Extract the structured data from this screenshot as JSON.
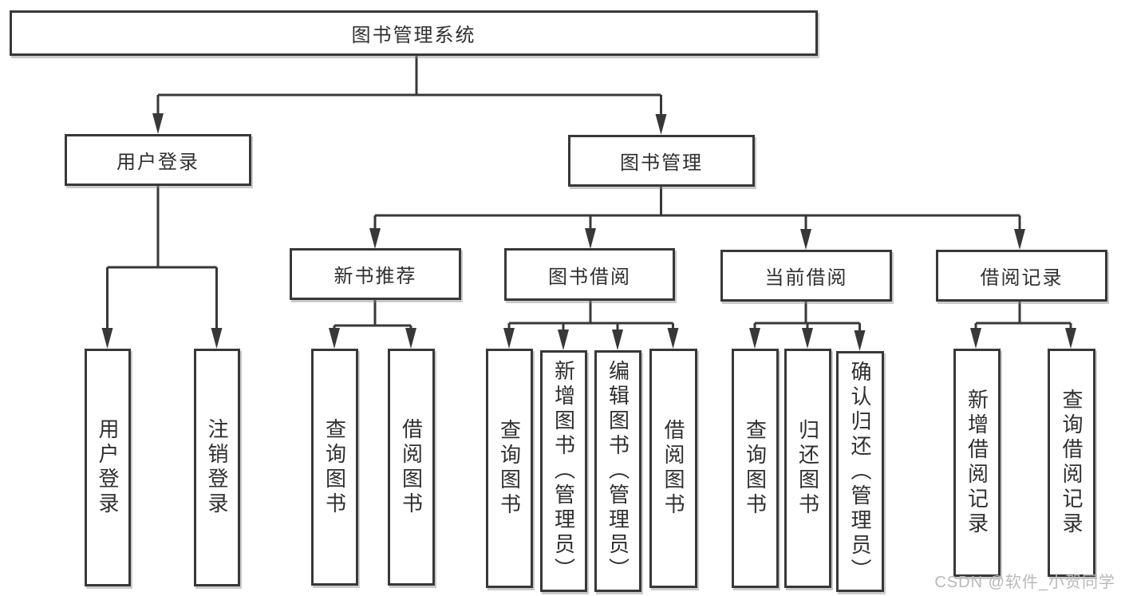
{
  "diagram": {
    "nodes": {
      "system": "图书管理系统",
      "user_login": "用户登录",
      "book_mgmt": "图书管理",
      "login_op": "用户登录",
      "logout_op": "注销登录",
      "new_book_rec": "新书推荐",
      "book_borrow": "图书借阅",
      "current_borrow": "当前借阅",
      "borrow_record": "借阅记录",
      "nb_query_book": "查询图书",
      "nb_borrow_book": "借阅图书",
      "bb_query_book": "查询图书",
      "bb_add_book": "新增图书（管理员）",
      "bb_edit_book": "编辑图书（管理员）",
      "bb_borrow_book": "借阅图书",
      "cb_query_book": "查询图书",
      "cb_return_book": "归还图书",
      "cb_confirm_return": "确认归还（管理员）",
      "br_add_record": "新增借阅记录",
      "br_query_record": "查询借阅记录"
    },
    "hierarchy": {
      "图书管理系统": [
        "用户登录",
        "图书管理"
      ],
      "用户登录": [
        "用户登录",
        "注销登录"
      ],
      "图书管理": [
        "新书推荐",
        "图书借阅",
        "当前借阅",
        "借阅记录"
      ],
      "新书推荐": [
        "查询图书",
        "借阅图书"
      ],
      "图书借阅": [
        "查询图书",
        "新增图书（管理员）",
        "编辑图书（管理员）",
        "借阅图书"
      ],
      "当前借阅": [
        "查询图书",
        "归还图书",
        "确认归还（管理员）"
      ],
      "借阅记录": [
        "新增借阅记录",
        "查询借阅记录"
      ]
    },
    "colors": {
      "line": "#383838",
      "box_border": "#383838",
      "box_fill": "#ffffff",
      "text": "#2f2f2f",
      "watermark": "#b9b9b9",
      "background": "#ffffff"
    }
  },
  "watermark": "CSDN @软件_小贺同学"
}
